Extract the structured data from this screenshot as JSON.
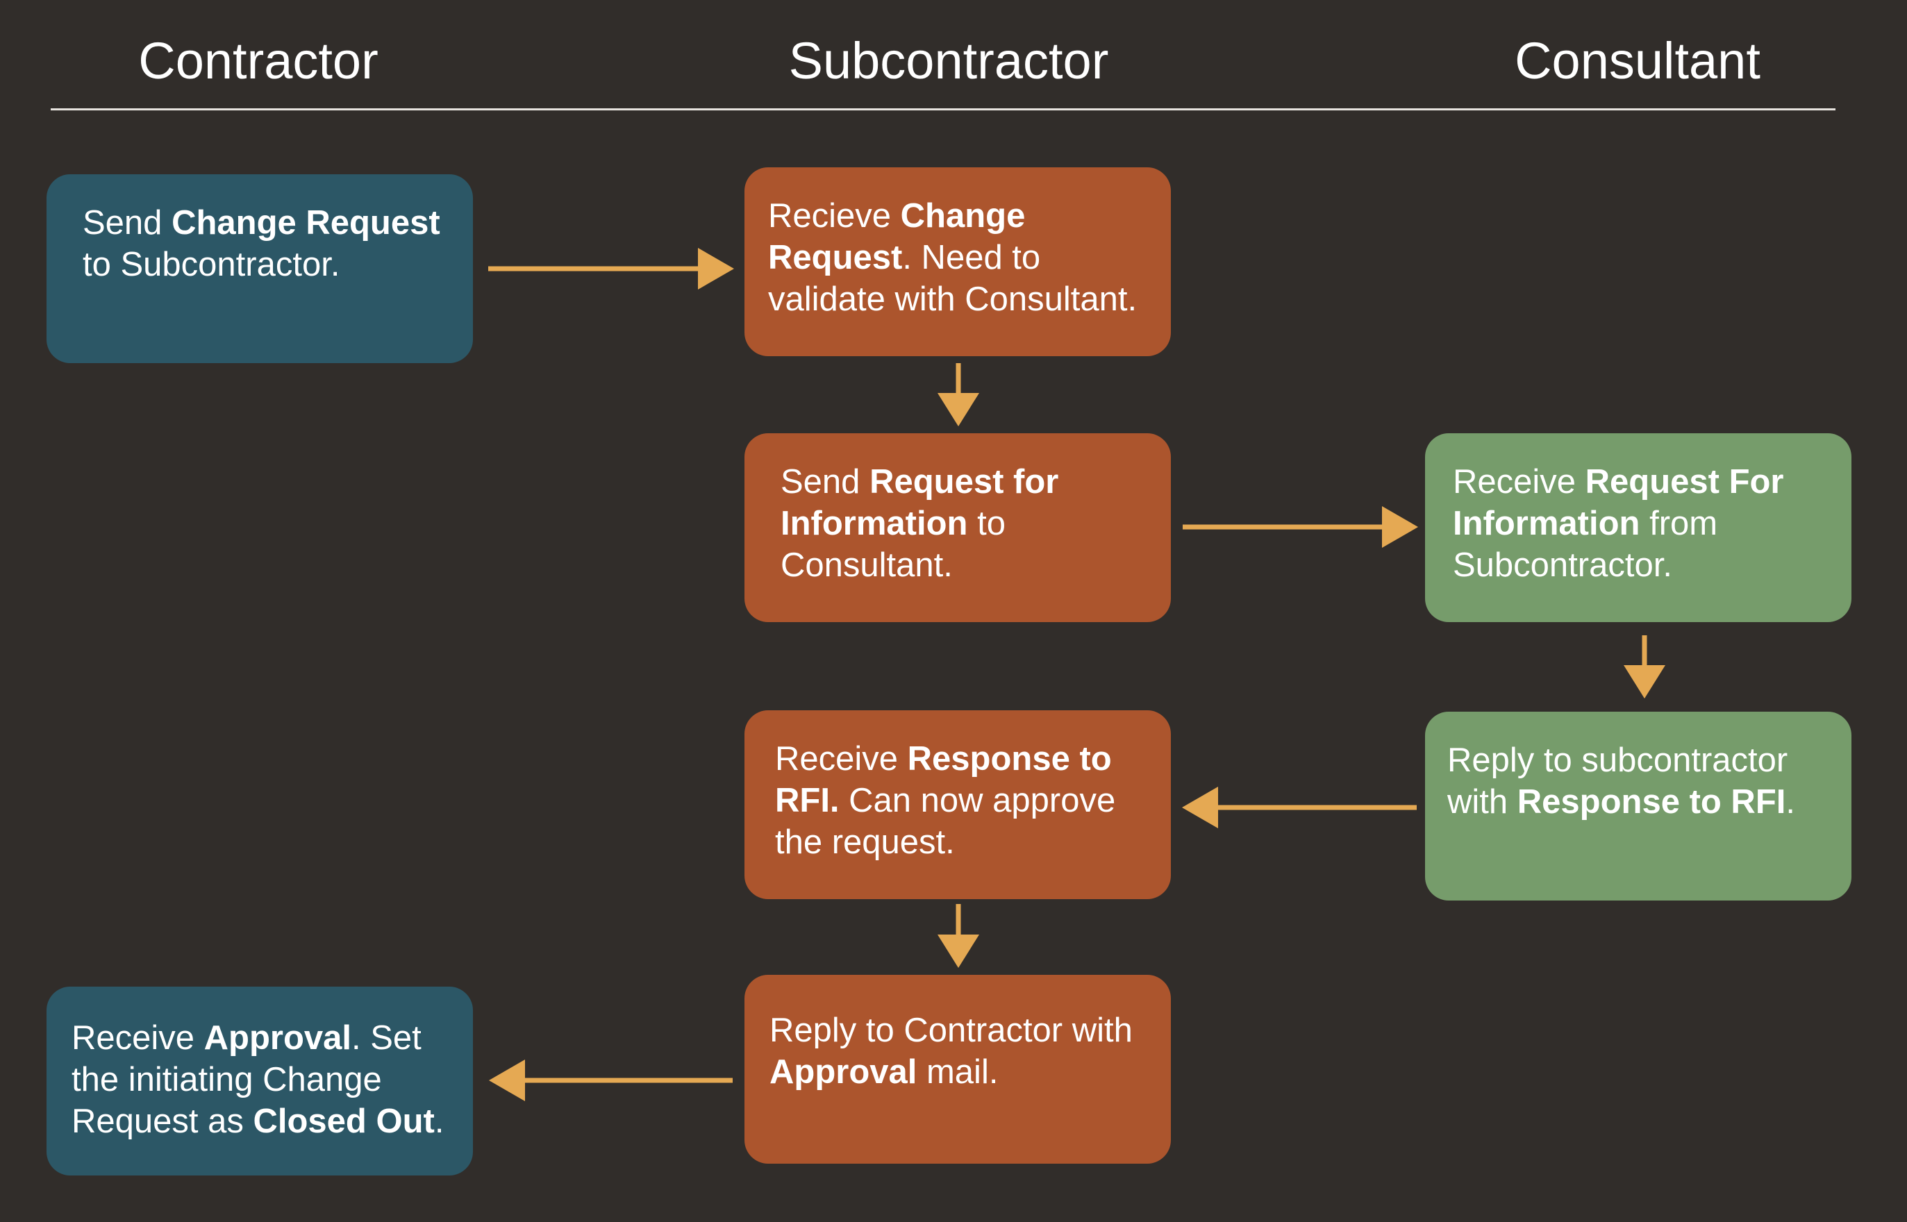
{
  "lanes": {
    "contractor": "Contractor",
    "subcontractor": "Subcontractor",
    "consultant": "Consultant"
  },
  "colors": {
    "background": "#312d2a",
    "contractor_box": "#2c5766",
    "subcontractor_box": "#ac552d",
    "consultant_box": "#769c6b",
    "arrow": "#e5a953",
    "rule": "#e8e4df"
  },
  "steps": {
    "send_change_request": {
      "t1": "Send ",
      "b1": "Change Request",
      "t2": " to Subcontractor."
    },
    "receive_change_request": {
      "t1": "Recieve ",
      "b1": "Change Request",
      "t2": ". Need to validate with Consultant."
    },
    "send_rfi": {
      "t1": "Send ",
      "b1": "Request for Information",
      "t2": " to Consultant."
    },
    "receive_rfi": {
      "t1": "Receive ",
      "b1": "Request For Information",
      "t2": " from Subcontractor."
    },
    "reply_response": {
      "t1": "Reply to subcontractor with ",
      "b1": "Response to RFI",
      "t2": "."
    },
    "receive_response": {
      "t1": "Receive ",
      "b1": "Response to RFI.",
      "t2": " Can now approve the request."
    },
    "reply_approval": {
      "t1": "Reply to Contractor with ",
      "b1": "Approval",
      "t2": " mail."
    },
    "receive_approval": {
      "t1": "Receive ",
      "b1": "Approval",
      "t2": ". Set the initiating Change Request as ",
      "b2": "Closed Out",
      "t3": "."
    }
  }
}
